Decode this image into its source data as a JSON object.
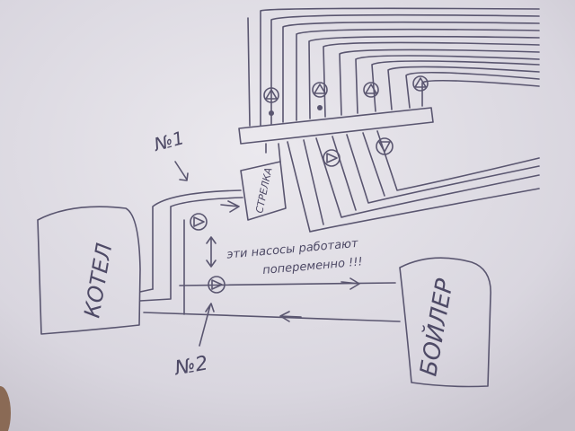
{
  "labels": {
    "boiler_kotel": "КОТЕЛ",
    "boiler_water_heater": "БОЙЛЕР",
    "hydro_arrow": "СТРЕЛКА",
    "pump_1": "№1",
    "pump_2": "№2",
    "note_line1": "эти насосы работают",
    "note_line2": "попеременно !!!"
  },
  "colors": {
    "paper": "#e3e0e8",
    "ink": "#5a5670"
  }
}
